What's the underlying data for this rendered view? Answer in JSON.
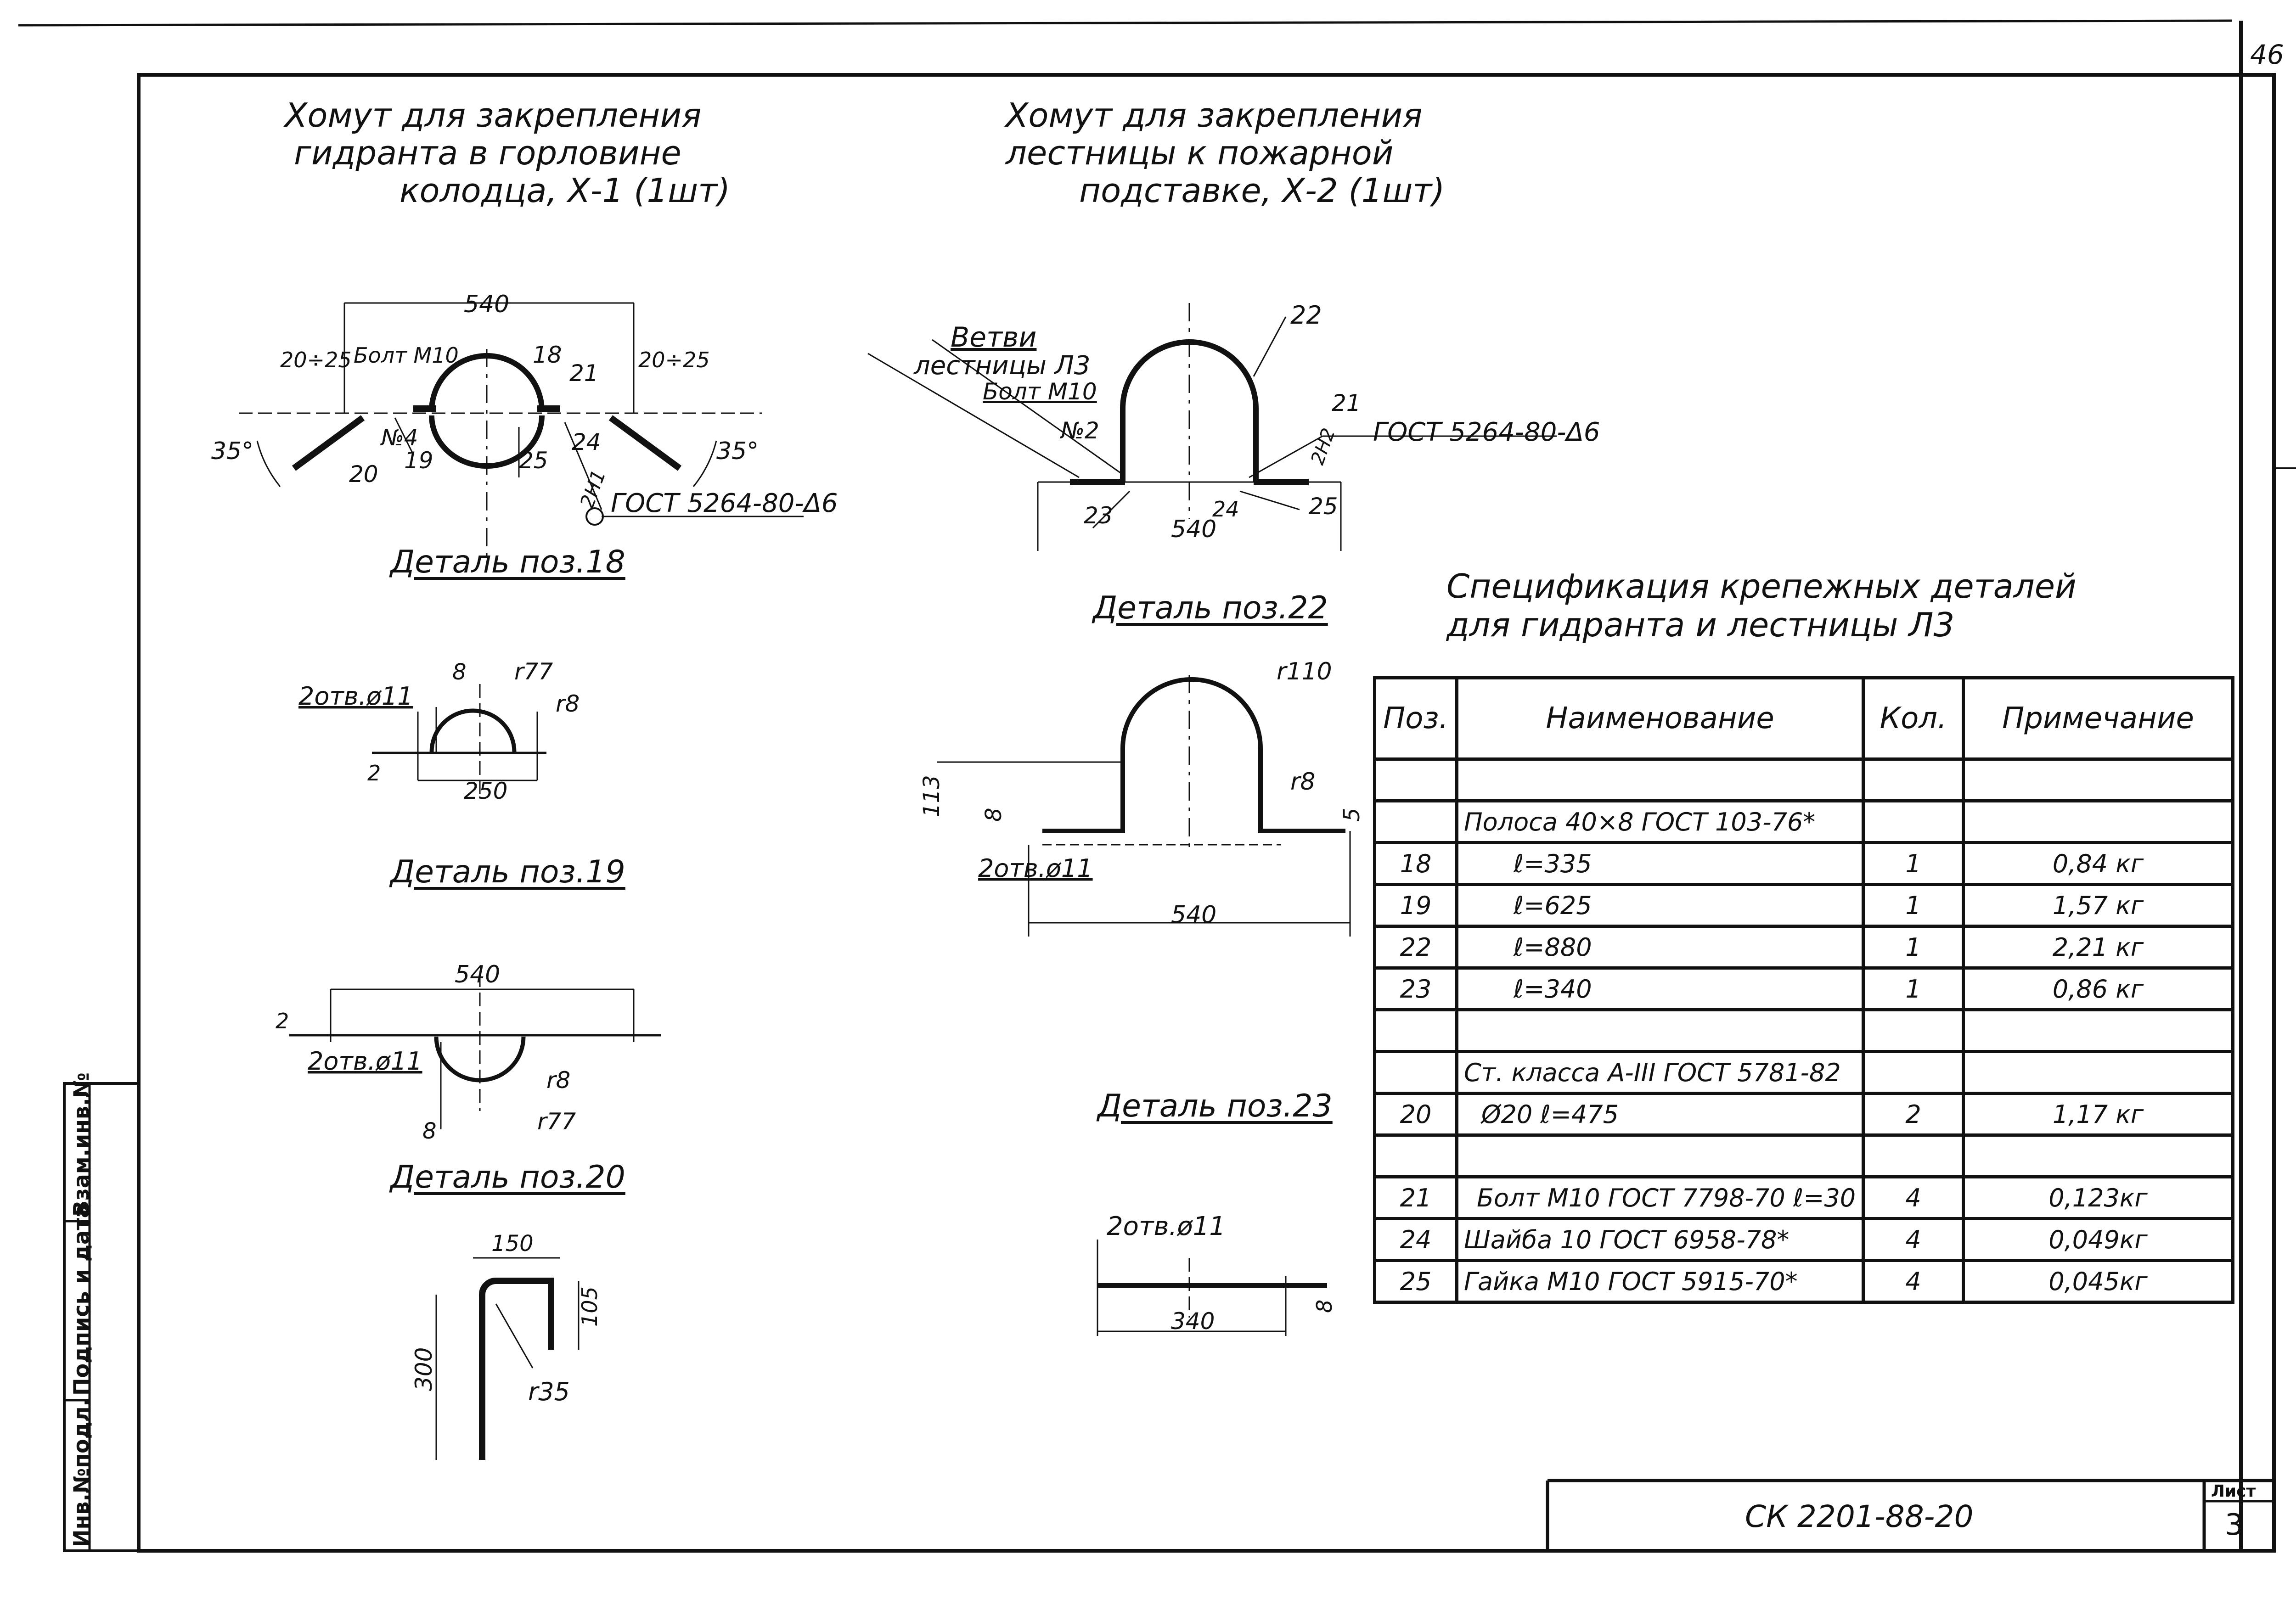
{
  "sheet_number": "46",
  "titles": {
    "x1_line1": "Хомут для закрепления",
    "x1_line2": "гидранта в горловине",
    "x1_line3": "колодца, Х-1 (1шт)",
    "x2_line1": "Хомут для закрепления",
    "x2_line2": "лестницы к пожарной",
    "x2_line3": "подставке, Х-2 (1шт)"
  },
  "captions": {
    "d18": "Деталь поз.18",
    "d19": "Деталь поз.19",
    "d20": "Деталь поз.20",
    "d22": "Деталь поз.22",
    "d23": "Деталь поз.23"
  },
  "labels": {
    "x1_width": "540",
    "x1_gap_left": "20÷25",
    "x1_gap_right": "20÷25",
    "x1_bolt": "Болт М10",
    "x1_p18": "18",
    "x1_p21": "21",
    "x1_p19": "19",
    "x1_p20": "20",
    "x1_p24": "24",
    "x1_p25": "25",
    "x1_n4": "№4",
    "x1_angle_left": "35°",
    "x1_angle_right": "35°",
    "x1_weld_num": "2Н1",
    "x1_gost": "ГОСТ 5264-80-Δ6",
    "x2_branch1": "Ветви",
    "x2_branch2": "лестницы Л3",
    "x2_bolt": "Болт М10",
    "x2_n2": "№2",
    "x2_p22": "22",
    "x2_p21": "21",
    "x2_p23": "23",
    "x2_p24": "24",
    "x2_p25": "25",
    "x2_weld_num": "2Н2",
    "x2_gost": "ГОСТ 5264-80-Δ6",
    "x2_width": "540",
    "d19_holes": "2отв.ø11",
    "d19_8": "8",
    "d19_r77": "r77",
    "d19_r8": "r8",
    "d19_2": "2",
    "d19_250": "250",
    "d20_540": "540",
    "d20_2": "2",
    "d20_holes": "2отв.ø11",
    "d20_r8": "r8",
    "d20_r77": "r77",
    "d20_8": "8",
    "d21_150": "150",
    "d21_105": "105",
    "d21_300": "300",
    "d21_r35": "r35",
    "d22_r110": "r110",
    "d22_r8": "r8",
    "d22_113": "113",
    "d22_8": "8",
    "d22_5": "5",
    "d22_holes": "2отв.ø11",
    "d22_540": "540",
    "d23_holes": "2отв.ø11",
    "d23_8": "8",
    "d23_340": "340"
  },
  "spec": {
    "title_line1": "Спецификация крепежных деталей",
    "title_line2": "для гидранта и лестницы Л3",
    "headers": [
      "Поз.",
      "Наименование",
      "Кол.",
      "Примечание"
    ],
    "rows": [
      [
        "",
        "",
        "",
        ""
      ],
      [
        "",
        "Полоса 40×8   ГОСТ 103-76*",
        "",
        ""
      ],
      [
        "18",
        "ℓ=335",
        "1",
        "0,84 кг"
      ],
      [
        "19",
        "ℓ=625",
        "1",
        "1,57 кг"
      ],
      [
        "22",
        "ℓ=880",
        "1",
        "2,21 кг"
      ],
      [
        "23",
        "ℓ=340",
        "1",
        "0,86 кг"
      ],
      [
        "",
        "",
        "",
        ""
      ],
      [
        "",
        "Ст. класса A-III  ГОСТ 5781-82",
        "",
        ""
      ],
      [
        "20",
        "Ø20          ℓ=475",
        "2",
        "1,17 кг"
      ],
      [
        "",
        "",
        "",
        ""
      ],
      [
        "21",
        "Болт М10 ГОСТ 7798-70 ℓ=30",
        "4",
        "0,123кг"
      ],
      [
        "24",
        "Шайба 10  ГОСТ 6958-78*",
        "4",
        "0,049кг"
      ],
      [
        "25",
        "Гайка М10  ГОСТ 5915-70*",
        "4",
        "0,045кг"
      ]
    ]
  },
  "side_stamp": {
    "inv_podl": "Инв.№подл.",
    "sign_date": "Подпись и дата",
    "vzam_inv": "Взам.инв.№"
  },
  "title_block": {
    "doc_code": "СК 2201-88-20",
    "sheet_label": "Лист",
    "sheet_value": "3"
  }
}
